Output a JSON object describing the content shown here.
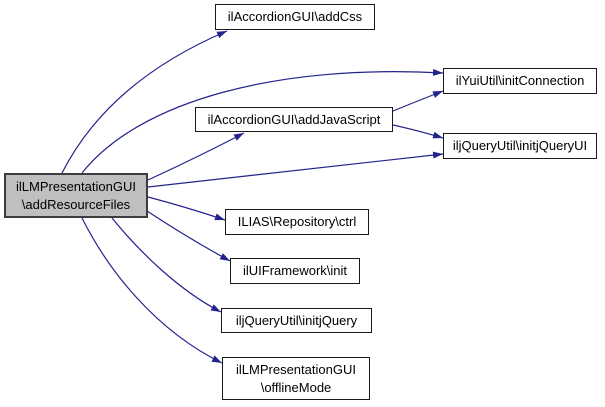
{
  "diagram": {
    "type": "call-graph",
    "nodes": [
      {
        "id": "addResourceFiles",
        "lines": [
          "ilLMPresentationGUI",
          "\\addResourceFiles"
        ],
        "role": "current"
      },
      {
        "id": "addCss",
        "lines": [
          "ilAccordionGUI\\addCss"
        ]
      },
      {
        "id": "addJavaScript",
        "lines": [
          "ilAccordionGUI\\addJavaScript"
        ]
      },
      {
        "id": "initConnection",
        "lines": [
          "ilYuiUtil\\initConnection"
        ]
      },
      {
        "id": "initjQueryUI",
        "lines": [
          "iljQueryUtil\\initjQueryUI"
        ]
      },
      {
        "id": "ctrl",
        "lines": [
          "ILIAS\\Repository\\ctrl"
        ]
      },
      {
        "id": "init",
        "lines": [
          "ilUIFramework\\init"
        ]
      },
      {
        "id": "initjQuery",
        "lines": [
          "iljQueryUtil\\initjQuery"
        ]
      },
      {
        "id": "offlineMode",
        "lines": [
          "ilLMPresentationGUI",
          "\\offlineMode"
        ]
      }
    ],
    "edges": [
      {
        "from": "addResourceFiles",
        "to": "addCss"
      },
      {
        "from": "addResourceFiles",
        "to": "initConnection"
      },
      {
        "from": "addResourceFiles",
        "to": "addJavaScript"
      },
      {
        "from": "addResourceFiles",
        "to": "initjQueryUI"
      },
      {
        "from": "addResourceFiles",
        "to": "ctrl"
      },
      {
        "from": "addResourceFiles",
        "to": "init"
      },
      {
        "from": "addResourceFiles",
        "to": "initjQuery"
      },
      {
        "from": "addResourceFiles",
        "to": "offlineMode"
      },
      {
        "from": "addJavaScript",
        "to": "initConnection"
      },
      {
        "from": "addJavaScript",
        "to": "initjQueryUI"
      }
    ]
  },
  "colors": {
    "bg": "#ffffff",
    "edge": "#23238d",
    "node-fill": "#ffffff",
    "node-border": "#1a1a1a",
    "current-fill": "#bfbfbf",
    "current-border": "#3d3d3d",
    "text": "#000000"
  }
}
